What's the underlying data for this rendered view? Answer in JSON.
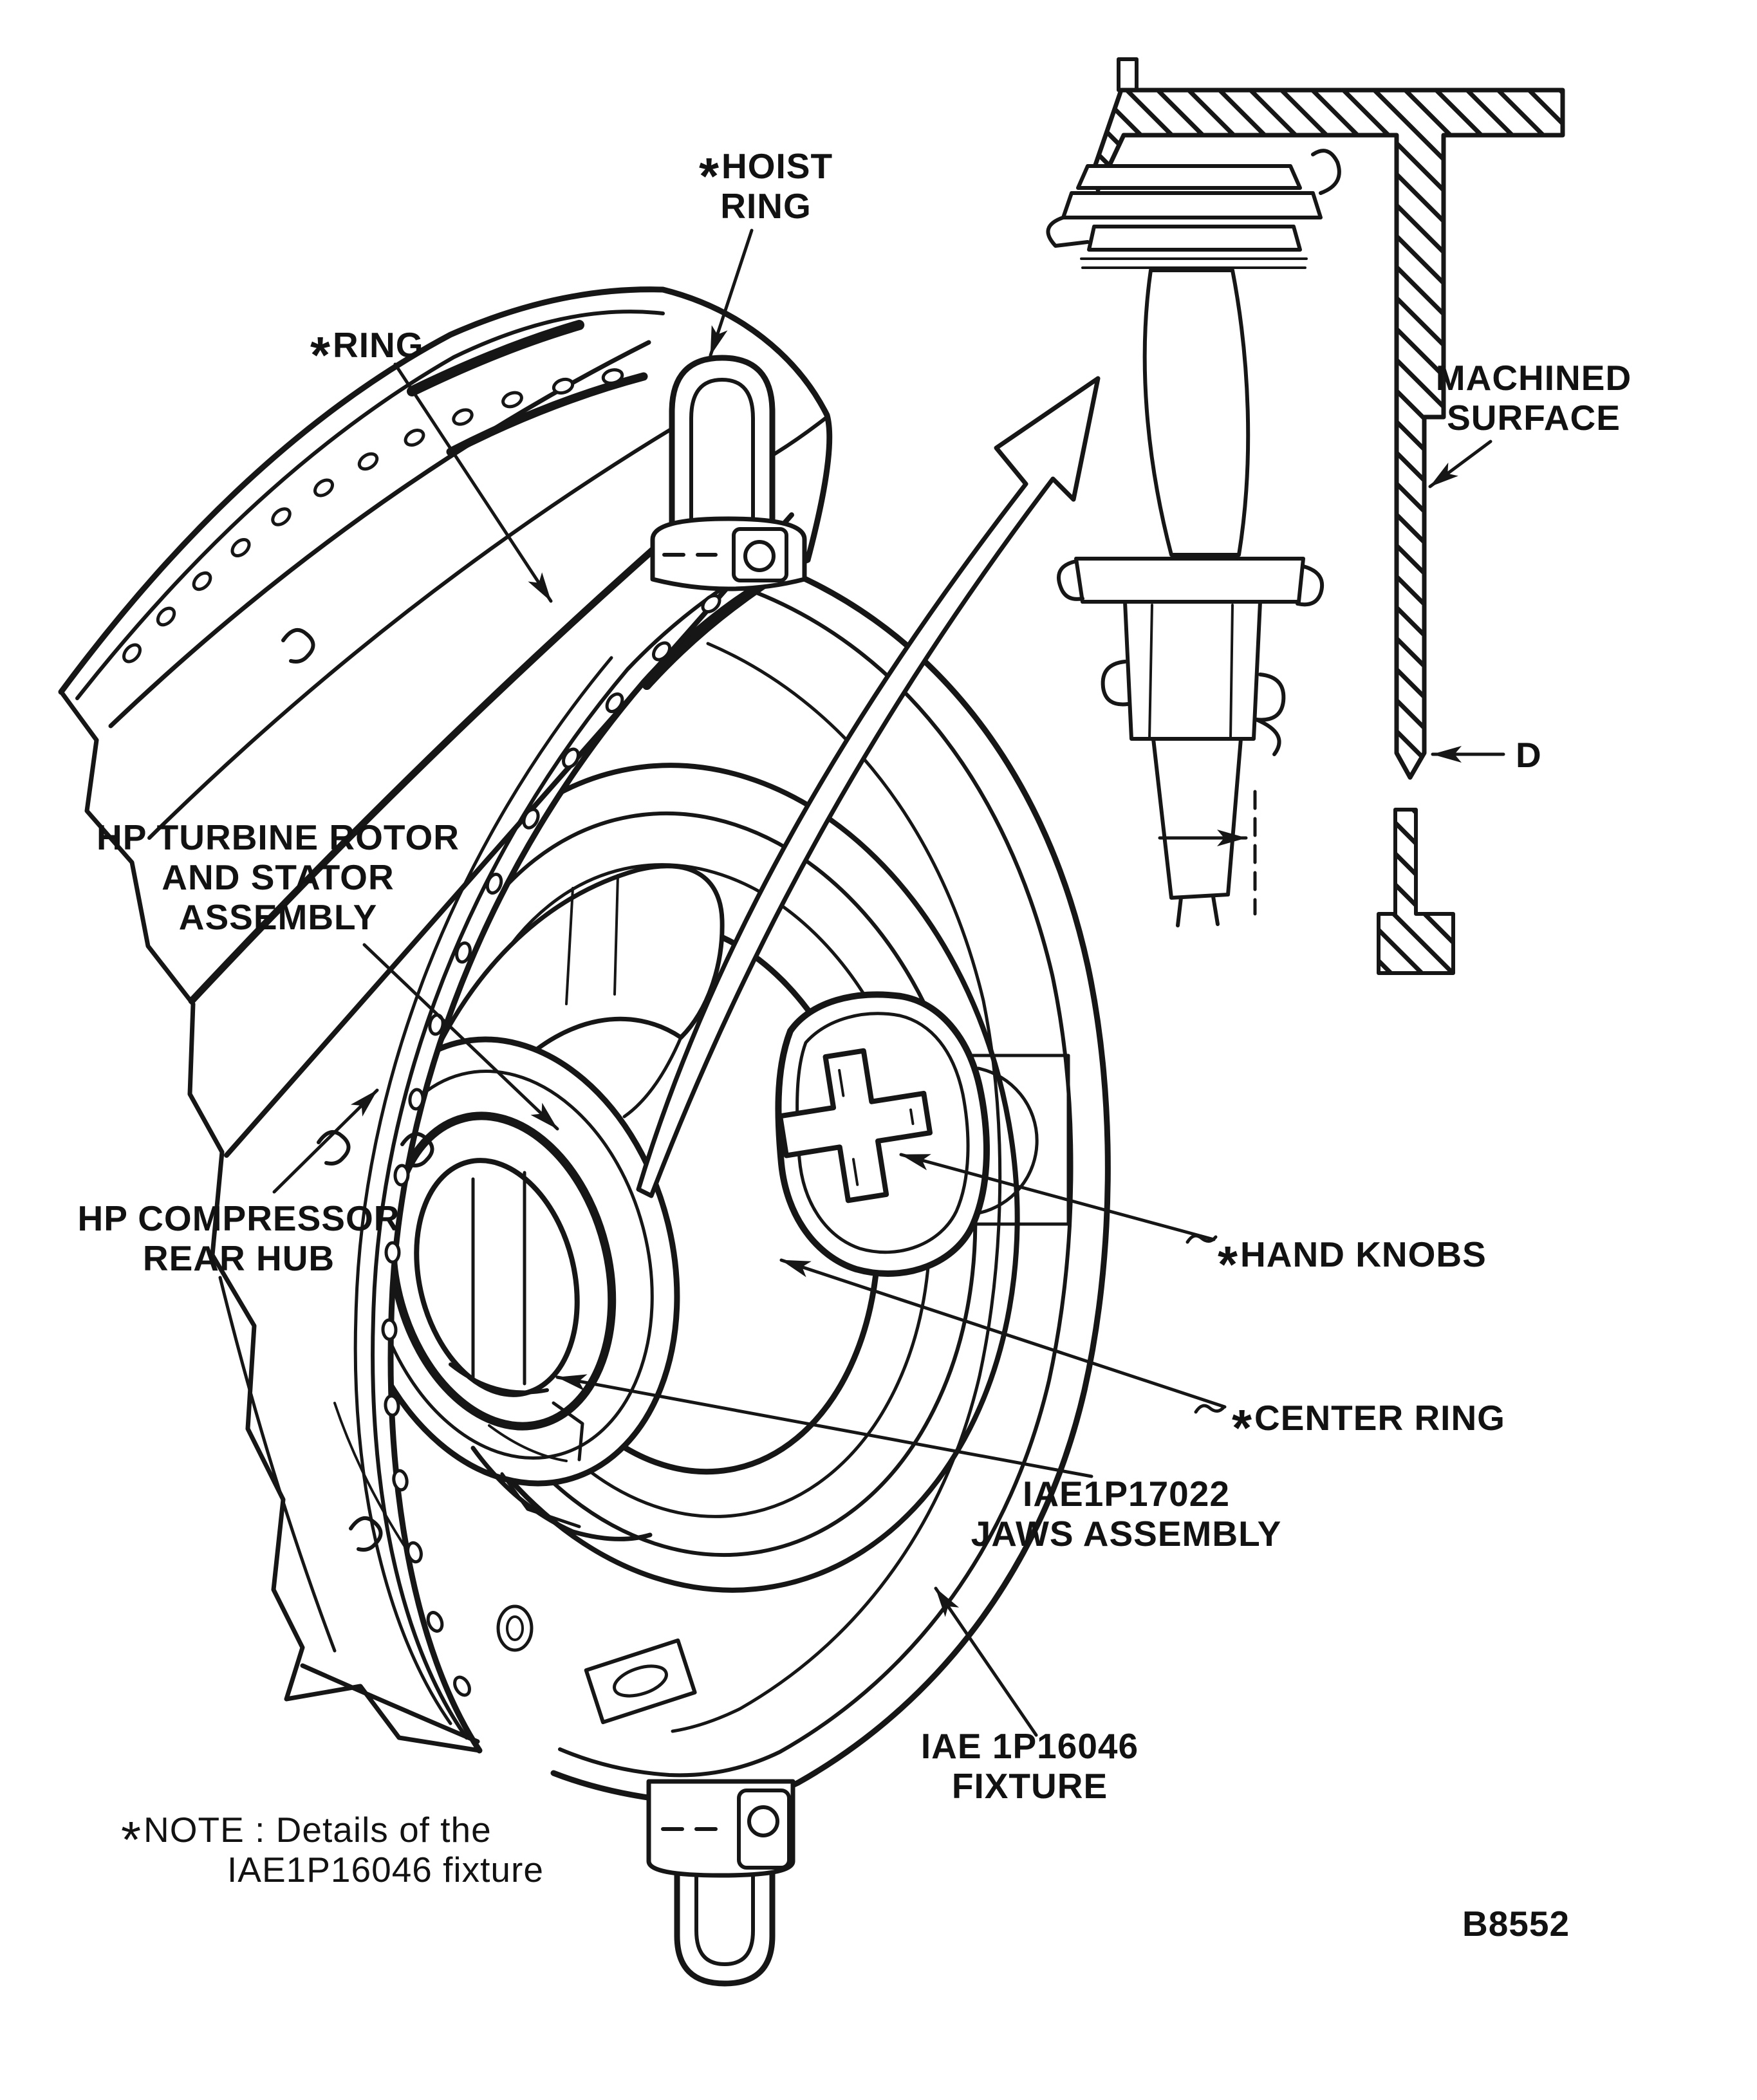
{
  "document": {
    "type": "technical-illustration",
    "paper_color": "#ffffff",
    "ink_color": "#161616",
    "drawing_number": "B8552"
  },
  "labels": {
    "hoist_ring": {
      "star": "*",
      "line1": "HOIST",
      "line2": "RING"
    },
    "ring": {
      "star": "*",
      "text": "RING"
    },
    "machined_surface": {
      "line1": "MACHINED",
      "line2": "SURFACE"
    },
    "dimension_d": {
      "text": "D"
    },
    "turbine_assembly": {
      "line1": "HP TURBINE ROTOR",
      "line2": "AND STATOR",
      "line3": "ASSEMBLY"
    },
    "compressor_hub": {
      "line1": "HP COMPRESSOR",
      "line2": "REAR HUB"
    },
    "hand_knobs": {
      "star": "*",
      "text": "HAND KNOBS"
    },
    "center_ring": {
      "star": "*",
      "text": "CENTER RING"
    },
    "jaws_assembly": {
      "line1": "IAE1P17022",
      "line2": "JAWS ASSEMBLY"
    },
    "fixture": {
      "line1": "IAE 1P16046",
      "line2": "FIXTURE"
    },
    "note": {
      "star": "*",
      "line1": "NOTE : Details of the",
      "line2": "IAE1P16046 fixture"
    },
    "drawing_number": {
      "text": "B8552"
    }
  }
}
